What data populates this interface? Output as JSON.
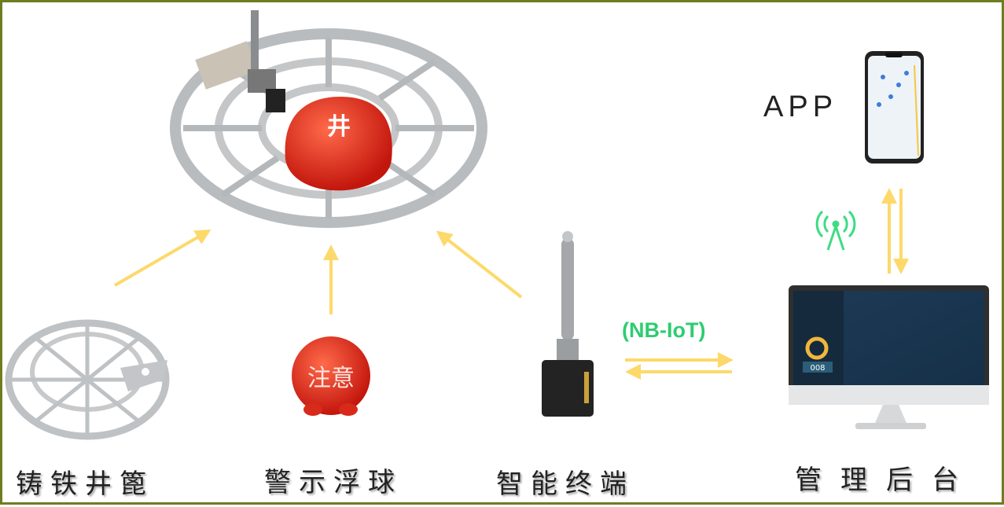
{
  "labels": {
    "grate": "铸铁井篦",
    "float_ball": "警示浮球",
    "terminal": "智能终端",
    "backend": "管理后台",
    "app": "APP",
    "protocol": "(NB-IoT)"
  },
  "ball_text": {
    "assembled": "井",
    "standalone": "注意"
  },
  "monitor_counter": "008",
  "colors": {
    "frame": "#6e7d1f",
    "arrow": "#fcd96a",
    "protocol_text": "#2ecc71",
    "ball": "#e8281c",
    "signal_icon": "#3ddc84"
  }
}
